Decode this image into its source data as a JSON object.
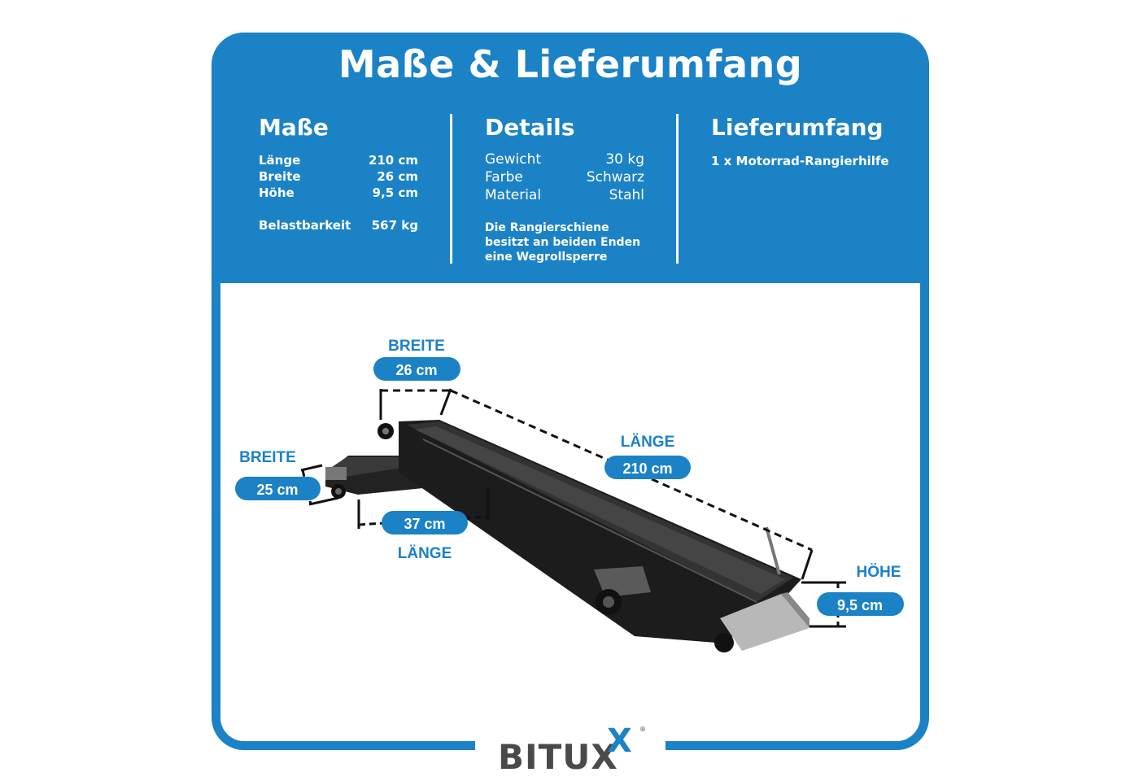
{
  "title": "Maße & Lieferumfang",
  "masse": {
    "heading": "Maße",
    "rows": [
      {
        "label": "Länge",
        "value": "210 cm"
      },
      {
        "label": "Breite",
        "value": "26 cm"
      },
      {
        "label": "Höhe",
        "value": "9,5 cm"
      }
    ],
    "load": {
      "label": "Belastbarkeit",
      "value": "567 kg"
    }
  },
  "details": {
    "heading": "Details",
    "rows": [
      {
        "label": "Gewicht",
        "value": "30 kg"
      },
      {
        "label": "Farbe",
        "value": "Schwarz"
      },
      {
        "label": "Material",
        "value": "Stahl"
      }
    ],
    "note_lines": [
      "Die Rangierschiene",
      "besitzt an beiden Enden",
      "eine Wegrollsperre"
    ]
  },
  "lieferumfang": {
    "heading": "Lieferumfang",
    "item": "1 x Motorrad-Rangierhilfe"
  },
  "diagram": {
    "top_width": {
      "label": "BREITE",
      "value": "26 cm"
    },
    "main_length": {
      "label": "LÄNGE",
      "value": "210 cm"
    },
    "side_width": {
      "label": "BREITE",
      "value": "25 cm"
    },
    "side_length": {
      "label": "LÄNGE",
      "value": "37 cm"
    },
    "height": {
      "label": "HÖHE",
      "value": "9,5 cm"
    }
  },
  "brand": {
    "name": "BITUX",
    "accent": "X",
    "mark": "®"
  },
  "colors": {
    "accent": "#1b82c6",
    "logo_gray": "#4a4a4a"
  }
}
